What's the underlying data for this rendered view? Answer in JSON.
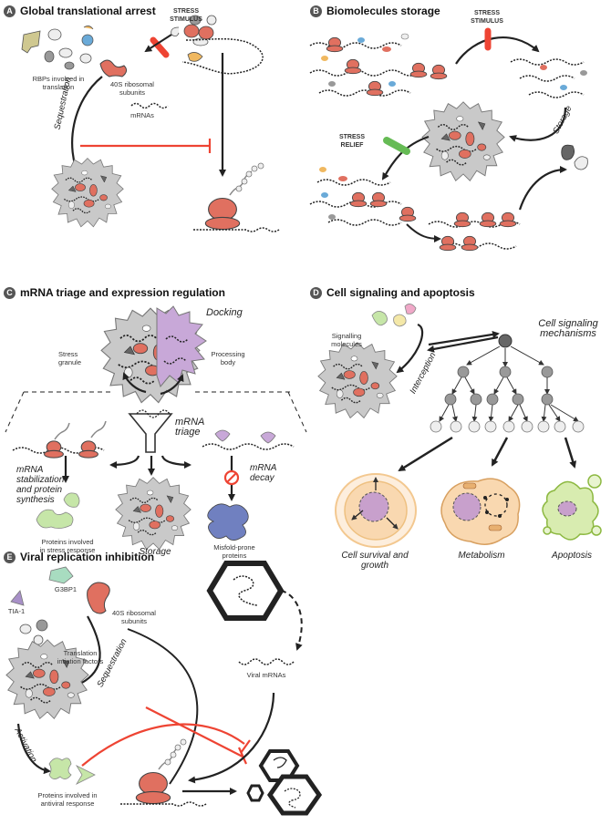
{
  "colors": {
    "ribosome": "#e07060",
    "granule": "#c8c8c8",
    "inhibit": "#ee4433",
    "stress": "#ee4433",
    "relief": "#66bb55",
    "pbody": "#c8a8d8",
    "protein_green": "#c6e6a8",
    "protein_blue": "#7080c0",
    "protein_teal": "#a8dcc0",
    "protein_pink": "#f0a8c8",
    "protein_yellow": "#f4e8a8",
    "protein_purple": "#a890c8",
    "rna_spot_blue": "#6aaad8",
    "rna_spot_orange": "#f0b860",
    "rbp_olive": "#cfc890"
  },
  "panels": {
    "a": {
      "badge": "A",
      "title": "Global translational arrest",
      "stress": "STRESS\nSTIMULUS",
      "rbp": "RBPs involved in\ntranslation",
      "ribo": "40S ribosomal\nsubunits",
      "mrna": "mRNAs",
      "seq": "Sequestration"
    },
    "b": {
      "badge": "B",
      "title": "Biomolecules storage",
      "stress": "STRESS\nSTIMULUS",
      "relief": "STRESS\nRELIEF",
      "storage": "Storage"
    },
    "c": {
      "badge": "C",
      "title": "mRNA triage and expression regulation",
      "docking": "Docking",
      "sg": "Stress\ngranule",
      "pb": "Processing\nbody",
      "triage": "mRNA\ntriage",
      "stab": "mRNA\nstabilization\nand protein\nsynthesis",
      "decay": "mRNA\ndecay",
      "prot_stress": "Proteins involved\nin stress response",
      "storage": "Storage",
      "misfold": "Misfold-prone\nproteins"
    },
    "d": {
      "badge": "D",
      "title": "Cell signaling and apoptosis",
      "sigmol": "Signalling\nmolecules",
      "mech": "Cell signaling\nmechanisms",
      "interc": "Interception",
      "survival": "Cell survival and\ngrowth",
      "metab": "Metabolism",
      "apop": "Apoptosis"
    },
    "e": {
      "badge": "E",
      "title": "Viral replication inhibition",
      "g3bp1": "G3BP1",
      "tia1": "TIA-1",
      "ribo": "40S ribosomal\nsubunits",
      "tif": "Translation\nintiation factors",
      "viral": "Viral mRNAs",
      "seq": "Sequestration",
      "act": "Activation",
      "antiviral": "Proteins involved in\nantiviral response"
    }
  }
}
